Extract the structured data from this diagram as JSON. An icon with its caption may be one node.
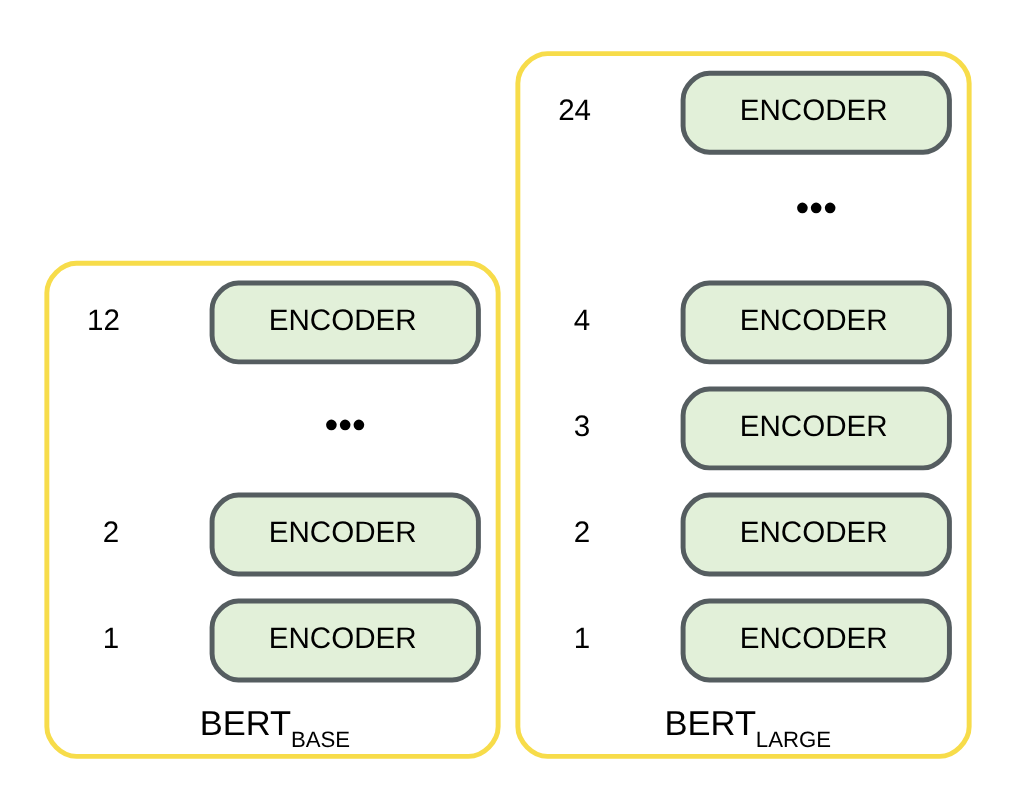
{
  "diagram": {
    "nodes": [
      {
        "text": [
          "BERT$_{BASE}$"
        ]
      },
      {
        "text": [
          "ENCODER"
        ],
        "in": 0,
        "beside": [
          "12"
        ]
      },
      {
        "text": [
          "ENCODER"
        ],
        "in": 0,
        "beside": [
          "2"
        ]
      },
      {
        "text": [
          "ENCODER"
        ],
        "in": 0,
        "beside": [
          "1"
        ]
      },
      {
        "text": [
          "BERT$_{LARGE}$"
        ]
      },
      {
        "text": [
          "ENCODER"
        ],
        "in": 4,
        "beside": [
          "24"
        ]
      },
      {
        "text": [
          "ENCODER"
        ],
        "in": 4,
        "beside": [
          "4"
        ]
      },
      {
        "text": [
          "ENCODER"
        ],
        "in": 4,
        "beside": [
          "3"
        ]
      },
      {
        "text": [
          "ENCODER"
        ],
        "in": 4,
        "beside": [
          "2"
        ]
      },
      {
        "text": [
          "ENCODER"
        ],
        "in": 4,
        "beside": [
          "1"
        ]
      }
    ],
    "labels": [
      "•••",
      "•••"
    ]
  }
}
